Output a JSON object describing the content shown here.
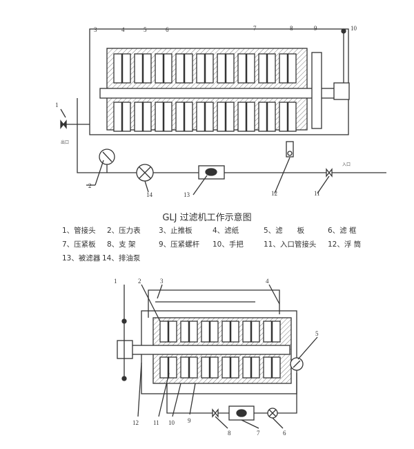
{
  "title": "GLJ 过滤机工作示意图",
  "top_labels": [
    "1",
    "2",
    "3",
    "4",
    "5",
    "6",
    "7",
    "8",
    "9",
    "10",
    "11",
    "12",
    "13",
    "14"
  ],
  "bottom_labels": [
    "1",
    "2",
    "3",
    "4",
    "5",
    "6",
    "7",
    "8",
    "9",
    "10",
    "11",
    "12"
  ],
  "pipe_labels": {
    "outlet": "出口",
    "inlet": "入口"
  },
  "legend": [
    [
      "1、管接头",
      "2、压力表",
      "3、止推板",
      "4、滤纸",
      "5、滤　　板",
      "6、滤 框"
    ],
    [
      "7、压紧板",
      "8、支 架",
      "9、压紧螺杆",
      "10、手把",
      "11、入口管接头",
      "12、浮 筒"
    ],
    [
      "13、被滤器",
      "14、排油泵"
    ]
  ]
}
